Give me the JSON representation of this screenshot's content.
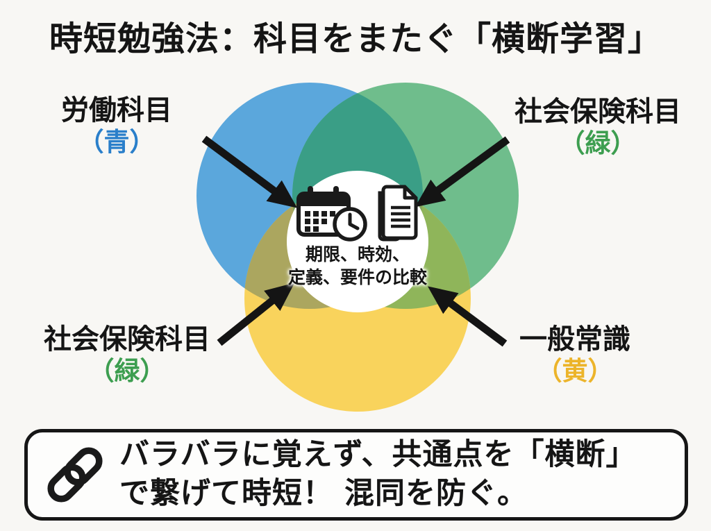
{
  "title": "時短勉強法：科目をまたぐ「横断学習」",
  "venn": {
    "center": {
      "line1": "期限、時効、",
      "line2": "定義、要件の比較",
      "icons": [
        "calendar-clock-icon",
        "document-icon"
      ]
    }
  },
  "labels": {
    "top_left": {
      "name": "労働科目",
      "color_note": "（青）",
      "color": "#2a7fca"
    },
    "top_right": {
      "name": "社会保険科目",
      "color_note": "（緑）",
      "color": "#3d9e50"
    },
    "bottom_left": {
      "name": "社会保険科目",
      "color_note": "（緑）",
      "color": "#3d9e50"
    },
    "bottom_right": {
      "name": "一般常識",
      "color_note": "（黄）",
      "color": "#ecb42a"
    }
  },
  "footer": {
    "icon": "link-icon",
    "line1": "バラバラに覚えず、共通点を「横断」",
    "line2": "で繋げて時短！ 混同を防ぐ。"
  },
  "colors": {
    "background": "#f8f7f4",
    "blue_circle": "#5BA7DC",
    "green_circle": "#6FBD8C",
    "yellow_circle": "#F9D35C",
    "overlap_blue_green": "#3A9E86",
    "overlap_blue_yellow": "#ABA65F",
    "overlap_green_yellow": "#8FB55A",
    "overlap_triple": "#84A45F",
    "arrow": "#141414",
    "text": "#151515"
  }
}
